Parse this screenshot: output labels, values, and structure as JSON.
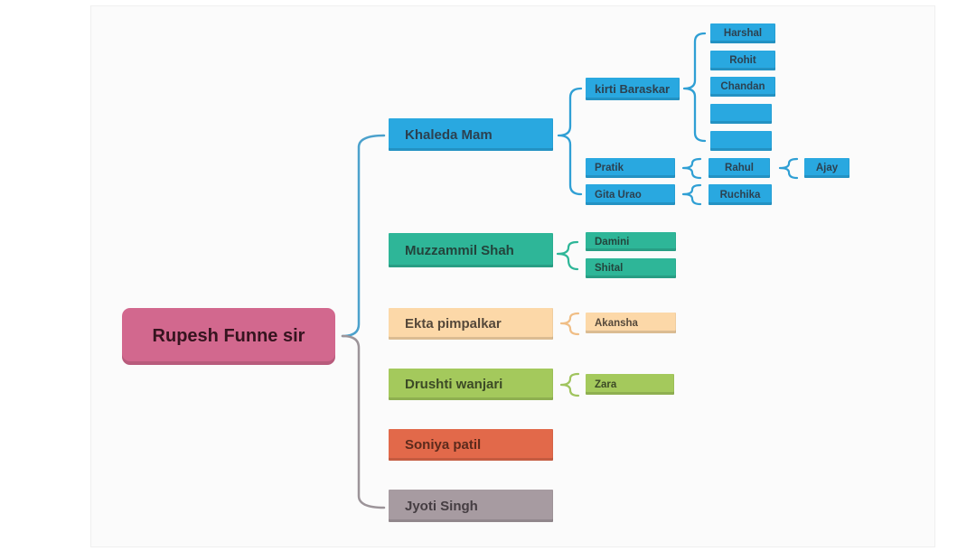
{
  "palette": {
    "blue": "#29a8e0",
    "pink": "#d2688e",
    "teal": "#2eb698",
    "peach": "#fcd8a8",
    "green": "#a4c95c",
    "coral": "#e2694a",
    "mauve": "#a79ba1",
    "brace_blue": "#2f9fd4",
    "brace_big_top": "#4ba1cc",
    "brace_big_bottom": "#9c9499",
    "brace_teal": "#2eb698",
    "brace_peach": "#f0be86",
    "brace_green": "#a0c45e"
  },
  "nodes": {
    "root": {
      "label": "Rupesh Funne sir",
      "color": "#d2688e"
    },
    "khaleda": {
      "label": "Khaleda Mam",
      "color": "#29a8e0"
    },
    "muzzammil": {
      "label": "Muzzammil Shah",
      "color": "#2eb698"
    },
    "ekta": {
      "label": "Ekta pimpalkar",
      "color": "#fcd8a8"
    },
    "drushti": {
      "label": "Drushti wanjari",
      "color": "#a4c95c"
    },
    "soniya": {
      "label": "Soniya patil",
      "color": "#e2694a"
    },
    "jyoti": {
      "label": "Jyoti Singh",
      "color": "#a79ba1"
    },
    "kirti": {
      "label": "kirti Baraskar",
      "color": "#29a8e0"
    },
    "pratik": {
      "label": "Pratik",
      "color": "#29a8e0"
    },
    "gita": {
      "label": "Gita Urao",
      "color": "#29a8e0"
    },
    "harshal": {
      "label": "Harshal",
      "color": "#29a8e0"
    },
    "rohit": {
      "label": "Rohit",
      "color": "#29a8e0"
    },
    "chandan": {
      "label": "Chandan",
      "color": "#29a8e0"
    },
    "blank1": {
      "label": "",
      "color": "#29a8e0"
    },
    "blank2": {
      "label": "",
      "color": "#29a8e0"
    },
    "rahul": {
      "label": "Rahul",
      "color": "#29a8e0"
    },
    "ajay": {
      "label": "Ajay",
      "color": "#29a8e0"
    },
    "ruchika": {
      "label": "Ruchika",
      "color": "#29a8e0"
    },
    "damini": {
      "label": "Damini",
      "color": "#2eb698"
    },
    "shital": {
      "label": "Shital",
      "color": "#2eb698"
    },
    "akansha": {
      "label": "Akansha",
      "color": "#fcd8a8"
    },
    "zara": {
      "label": "Zara",
      "color": "#a4c95c"
    }
  }
}
